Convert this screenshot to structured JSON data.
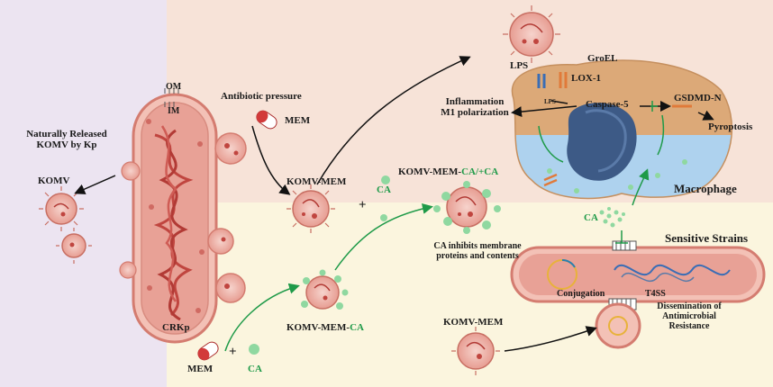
{
  "labels": {
    "om": "OM",
    "im": "IM",
    "antibiotic_pressure": "Antibiotic pressure",
    "mem_top": "MEM",
    "naturally_released_1": "Naturally Released",
    "naturally_released_2": "KOMV by Kp",
    "komv": "KOMV",
    "komv_mem": "KOMV-MEM",
    "plus_1": "+",
    "ca_1": "CA",
    "komv_mem_ca_ca_prefix": "KOMV-MEM-",
    "komv_mem_ca_ca_suffix": "CA/+CA",
    "lps": "LPS",
    "groel": "GroEL",
    "lox1": "LOX-1",
    "caspase5": "Caspase-5",
    "lps_inner": "LPS",
    "gsdmd_n": "GSDMD-N",
    "pyroptosis": "Pyroptosis",
    "inflammation": "Inflammation",
    "m1_polarization": "M1 polarization",
    "macrophage": "Macrophage",
    "ca_2": "CA",
    "sensitive_strains": "Sensitive Strains",
    "ca_inhibits_1": "CA inhibits membrane",
    "ca_inhibits_2": "proteins and contents",
    "conjugation": "Conjugation",
    "t4ss": "T4SS",
    "dissemination_1": "Dissemination of",
    "dissemination_2": "Antimicrobial",
    "dissemination_3": "Resistance",
    "komv_mem_bottom": "KOMV-MEM",
    "komv_mem_ca_prefix": "KOMV-MEM-",
    "komv_mem_ca_suffix": "CA",
    "crkp": "CRKp",
    "mem_bottom": "MEM",
    "plus_2": "+",
    "ca_3": "CA"
  },
  "colors": {
    "bg_topright": "#f7e3d8",
    "bg_bottom": "#fbf5de",
    "bg_left": "#ece4f1",
    "bacterium": "#e8a196",
    "dna": "#c0453f",
    "macrophage_top": "#dca978",
    "macrophage_bottom": "#aed2ee",
    "nucleus": "#3d5a86",
    "ca_green": "#8fd8a0",
    "arrow_green": "#1e9a48"
  }
}
